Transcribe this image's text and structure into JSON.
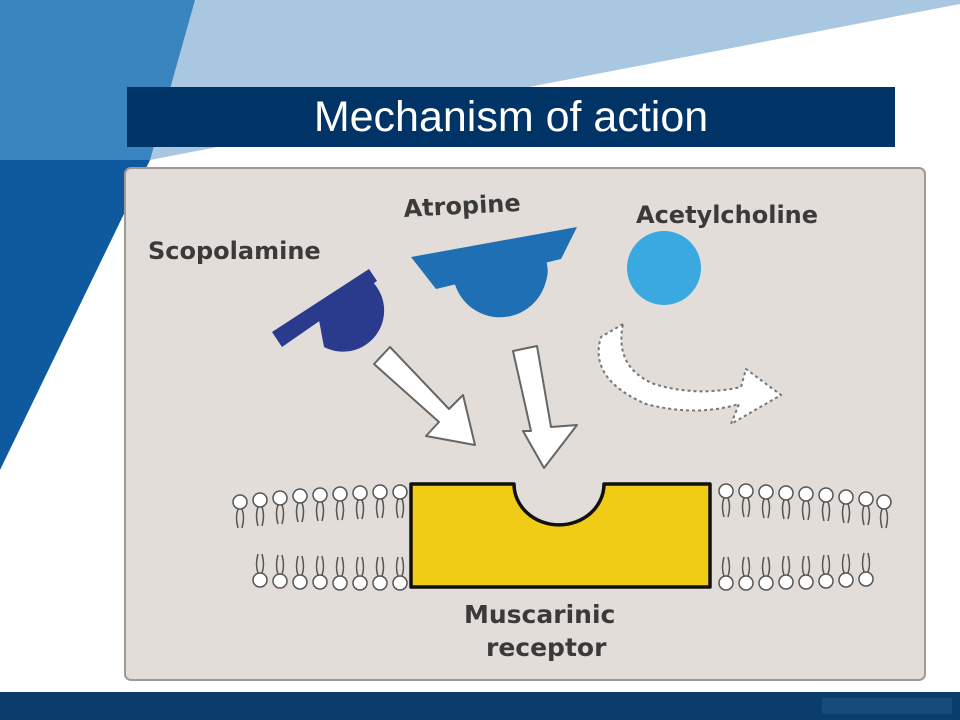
{
  "slide": {
    "title": "Mechanism of action"
  },
  "diagram": {
    "labels": {
      "scopolamine": "Scopolamine",
      "atropine": "Atropine",
      "acetylcholine": "Acetylcholine",
      "receptor_line1": "Muscarinic",
      "receptor_line2": "receptor"
    },
    "colors": {
      "scopolamine": "#2a3a8c",
      "atropine": "#1f6fb5",
      "acetylcholine": "#3aa9e0",
      "receptor": "#f1cc17",
      "title_bar": "#003366"
    }
  }
}
